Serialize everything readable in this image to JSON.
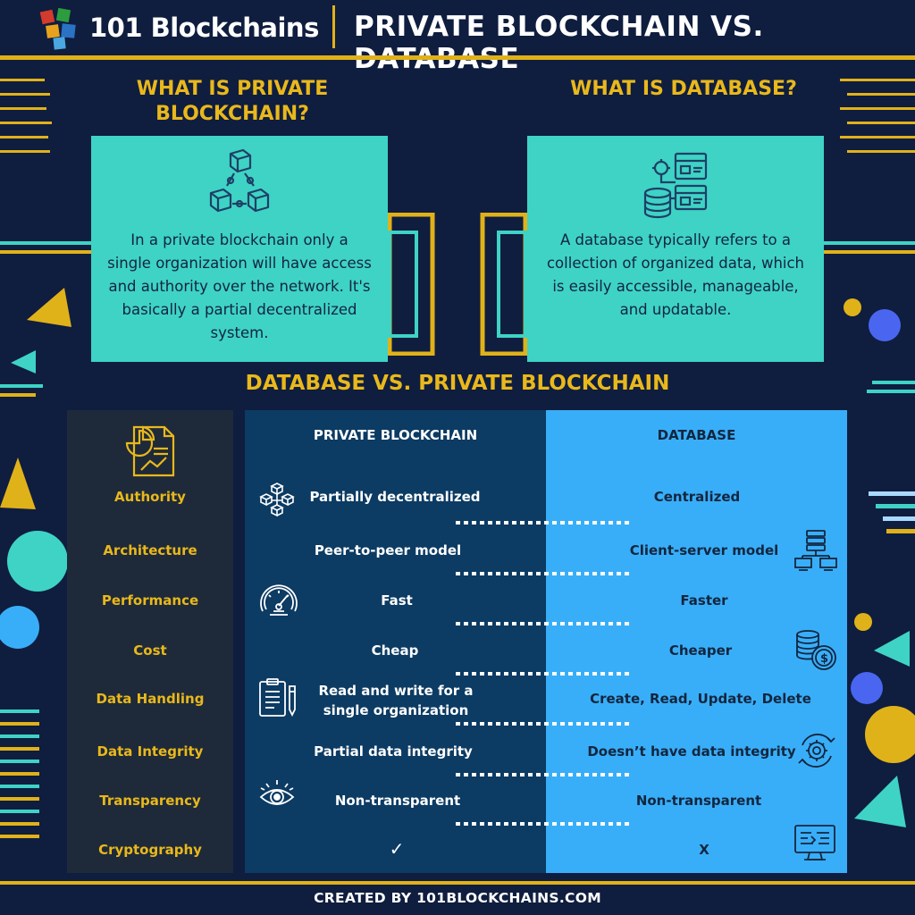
{
  "header": {
    "brand": "101 Blockchains",
    "title": "PRIVATE BLOCKCHAIN VS. DATABASE"
  },
  "intro": {
    "blockchain_question": "WHAT IS PRIVATE BLOCKCHAIN?",
    "blockchain_text": "In a private blockchain only a single organization will have access and authority over the network. It's basically a partial decentralized system.",
    "database_question": "WHAT IS DATABASE?",
    "database_text": "A database typically refers to a collection of organized data, which is easily accessible, manageable, and updatable."
  },
  "comparison": {
    "title": "DATABASE VS. PRIVATE BLOCKCHAIN",
    "col_blockchain": "PRIVATE BLOCKCHAIN",
    "col_database": "DATABASE",
    "rows": [
      {
        "label": "Authority",
        "blockchain": "Partially decentralized",
        "database": "Centralized"
      },
      {
        "label": "Architecture",
        "blockchain": "Peer-to-peer model",
        "database": "Client-server model"
      },
      {
        "label": "Performance",
        "blockchain": "Fast",
        "database": "Faster"
      },
      {
        "label": "Cost",
        "blockchain": "Cheap",
        "database": "Cheaper"
      },
      {
        "label": "Data Handling",
        "blockchain": "Read and write for a single organization",
        "database": "Create, Read, Update, Delete"
      },
      {
        "label": "Data Integrity",
        "blockchain": "Partial data integrity",
        "database": "Doesn’t have data integrity"
      },
      {
        "label": "Transparency",
        "blockchain": "Non-transparent",
        "database": "Non-transparent"
      },
      {
        "label": "Cryptography",
        "blockchain": "✓",
        "database": "X"
      }
    ]
  },
  "footer": "CREATED BY 101BLOCKCHAINS.COM",
  "colors": {
    "background": "#0f1d3f",
    "gold": "#e9b81b",
    "teal": "#3ed3c5",
    "navy_column": "#0c3b63",
    "blue_column": "#39aef8",
    "label_column": "#1e2a3a"
  }
}
